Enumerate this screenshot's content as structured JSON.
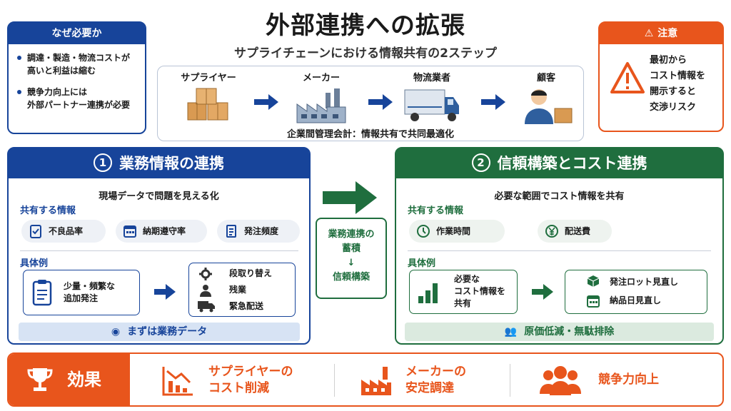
{
  "header": {
    "title": "外部連携への拡張",
    "subtitle": "サプライチェーンにおける情報共有の2ステップ"
  },
  "why": {
    "title": "なぜ必要か",
    "items": [
      "調達・製造・物流コストが\n高いと利益は縮む",
      "競争力向上には\n外部パートナー連携が必要"
    ]
  },
  "chain": {
    "steps": [
      {
        "label": "サプライヤー",
        "icon": "boxes-icon"
      },
      {
        "label": "メーカー",
        "icon": "factory-icon"
      },
      {
        "label": "物流業者",
        "icon": "truck-icon"
      },
      {
        "label": "顧客",
        "icon": "customer-icon"
      }
    ],
    "caption": "企業間管理会計：情報共有で共同最適化"
  },
  "warning": {
    "title": "注意",
    "text": "最初から\nコスト情報を\n開示すると\n交渉リスク"
  },
  "panel1": {
    "number": "1",
    "title": "業務情報の連携",
    "lead": "現場データで問題を見える化",
    "shared_label": "共有する情報",
    "shared": [
      {
        "label": "不良品率",
        "icon": "checklist-icon"
      },
      {
        "label": "納期遵守率",
        "icon": "calendar-icon"
      },
      {
        "label": "発注頻度",
        "icon": "document-icon"
      }
    ],
    "example_label": "具体例",
    "example_input": "少量・頻繁な\n追加発注",
    "example_results": [
      {
        "label": "段取り替え",
        "icon": "gear-icon"
      },
      {
        "label": "残業",
        "icon": "person-icon"
      },
      {
        "label": "緊急配送",
        "icon": "truck-icon"
      }
    ],
    "band": "まずは業務データ"
  },
  "middle": {
    "line1": "業務連携の",
    "line2": "蓄積",
    "arrow": "↓",
    "line3": "信頼構築"
  },
  "panel2": {
    "number": "2",
    "title": "信頼構築とコスト連携",
    "lead": "必要な範囲でコスト情報を共有",
    "shared_label": "共有する情報",
    "shared": [
      {
        "label": "作業時間",
        "icon": "clock-icon"
      },
      {
        "label": "配送費",
        "icon": "yen-icon"
      }
    ],
    "example_label": "具体例",
    "example_input": "必要な\nコスト情報を\n共有",
    "example_results": [
      {
        "label": "発注ロット見直し",
        "icon": "box-icon"
      },
      {
        "label": "納品日見直し",
        "icon": "calendar-icon"
      }
    ],
    "band": "原価低減・無駄排除"
  },
  "effect": {
    "label": "効果",
    "items": [
      {
        "text": "サプライヤーの\nコスト削減",
        "icon": "chart-down-icon"
      },
      {
        "text": "メーカーの\n安定調達",
        "icon": "factory-icon"
      },
      {
        "text": "競争力向上",
        "icon": "team-icon"
      }
    ]
  },
  "colors": {
    "blue": "#17449a",
    "green": "#1f6e3e",
    "orange": "#e8551c"
  }
}
